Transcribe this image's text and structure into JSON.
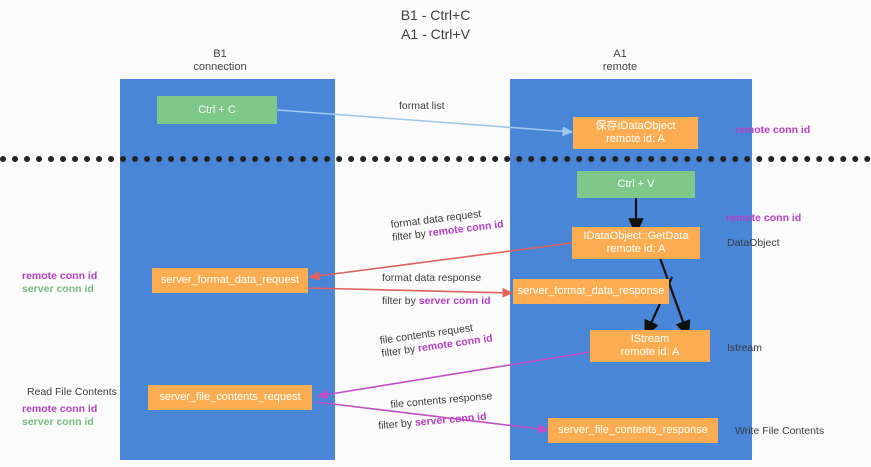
{
  "title": "B1 - Ctrl+C\nA1 - Ctrl+V",
  "lanes": [
    {
      "id": "b1",
      "title_line1": "B1",
      "title_line2": "connection"
    },
    {
      "id": "a1",
      "title_line1": "A1",
      "title_line2": "remote"
    }
  ],
  "nodes": {
    "ctrl_c": {
      "label": "Ctrl + C"
    },
    "save_idataobject": {
      "line1": "保存IDataObject",
      "line2": "remote id: A"
    },
    "ctrl_v": {
      "label": "Ctrl + V"
    },
    "getdata": {
      "line1": "IDataObject::GetData",
      "line2": "remote id: A"
    },
    "server_format_data_request": {
      "label": "server_format_data_request"
    },
    "server_format_data_response": {
      "label": "server_format_data_response"
    },
    "istream": {
      "line1": "IStream",
      "line2": "remote id: A"
    },
    "server_file_contents_request": {
      "label": "server_file_contents_request"
    },
    "server_file_contents_response": {
      "label": "server_file_contents_response"
    }
  },
  "edges": {
    "format_list": {
      "label": "format list"
    },
    "format_data_request": {
      "line1": "format data request",
      "line2_prefix": "filter by ",
      "line2_highlight": "remote conn id"
    },
    "format_data_response": {
      "line1": "format data response",
      "line2_prefix": "filter by ",
      "line2_highlight": "server conn id"
    },
    "file_contents_request": {
      "line1": "file contents request",
      "line2_prefix": "filter by ",
      "line2_highlight": "remote conn id"
    },
    "file_contents_response": {
      "line1": "file contents response",
      "line2_prefix": "filter by ",
      "line2_highlight": "server conn id"
    }
  },
  "annotations": {
    "right_top_remote_conn_id": "remote conn id",
    "right_mid_remote_conn_id": "remote conn id",
    "right_dataobject": "DataObject",
    "right_istream": "Istream",
    "right_write_file_contents": "Write File Contents",
    "left_remote_conn_id_1": "remote conn id",
    "left_server_conn_id_1": "server conn id",
    "left_read_file_contents": "Read File Contents",
    "left_remote_conn_id_2": "remote conn id",
    "left_server_conn_id_2": "server conn id"
  },
  "colors": {
    "lane": "#4a86d8",
    "green_node": "#7ec989",
    "orange_node": "#fcad51",
    "remote_conn_id": "#b43fc4",
    "server_conn_id_green": "#77bb7f",
    "arrow_blue": "#9fc7ec",
    "arrow_red": "#e0625f",
    "arrow_magenta": "#c24fc4",
    "arrow_black": "#111111",
    "background": "#fbfbfb"
  }
}
